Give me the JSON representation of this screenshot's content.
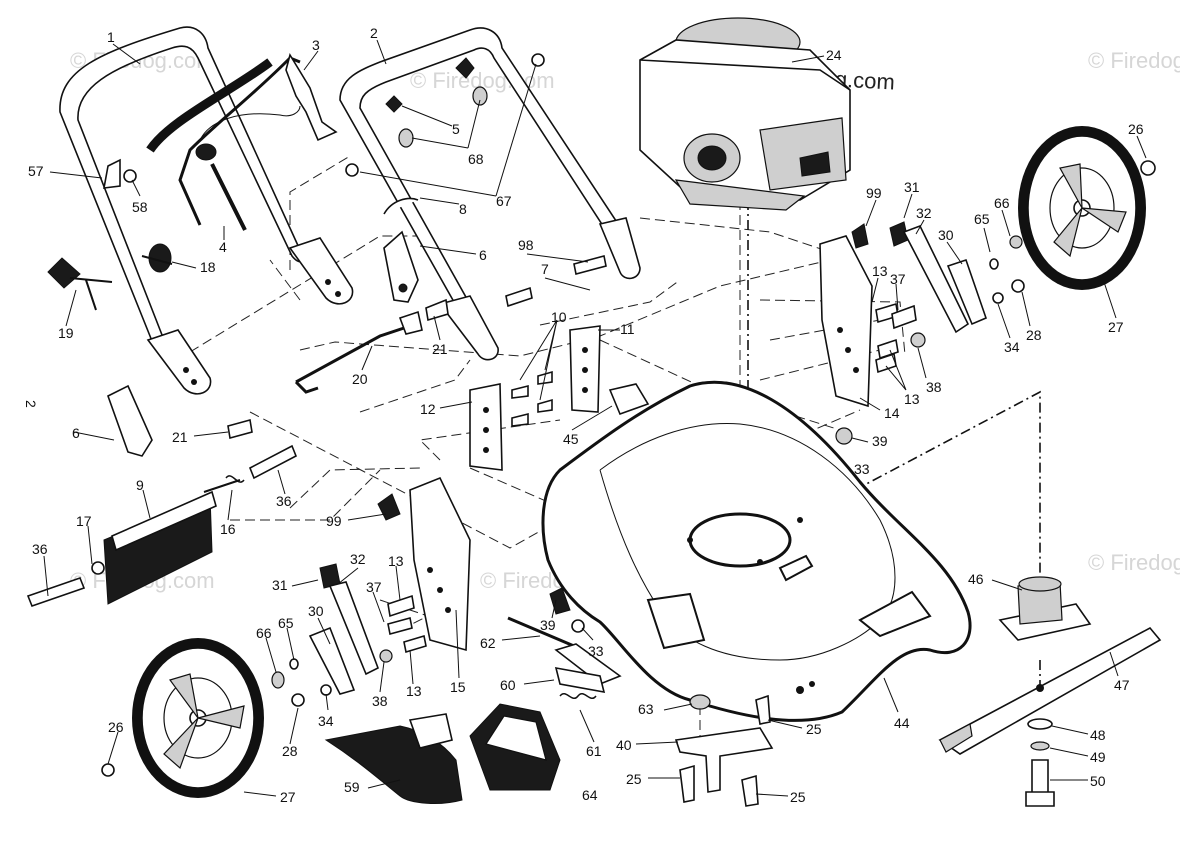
{
  "watermark": "© Firedog.com",
  "side_note": "2",
  "callouts": [
    {
      "id": "c1",
      "text": "1"
    },
    {
      "id": "c2",
      "text": "2"
    },
    {
      "id": "c3",
      "text": "3"
    },
    {
      "id": "c24",
      "text": "24"
    },
    {
      "id": "c26a",
      "text": "26"
    },
    {
      "id": "c57",
      "text": "57"
    },
    {
      "id": "c58",
      "text": "58"
    },
    {
      "id": "c4",
      "text": "4"
    },
    {
      "id": "c5",
      "text": "5"
    },
    {
      "id": "c68",
      "text": "68"
    },
    {
      "id": "c8",
      "text": "8"
    },
    {
      "id": "c67",
      "text": "67"
    },
    {
      "id": "c18",
      "text": "18"
    },
    {
      "id": "c6a",
      "text": "6"
    },
    {
      "id": "c98",
      "text": "98"
    },
    {
      "id": "c7",
      "text": "7"
    },
    {
      "id": "c99a",
      "text": "99"
    },
    {
      "id": "c31a",
      "text": "31"
    },
    {
      "id": "c32a",
      "text": "32"
    },
    {
      "id": "c30a",
      "text": "30"
    },
    {
      "id": "c65a",
      "text": "65"
    },
    {
      "id": "c66a",
      "text": "66"
    },
    {
      "id": "c27a",
      "text": "27"
    },
    {
      "id": "c19",
      "text": "19"
    },
    {
      "id": "c21a",
      "text": "21"
    },
    {
      "id": "c10",
      "text": "10"
    },
    {
      "id": "c11",
      "text": "11"
    },
    {
      "id": "c13a",
      "text": "13"
    },
    {
      "id": "c37a",
      "text": "37"
    },
    {
      "id": "c28a",
      "text": "28"
    },
    {
      "id": "c34a",
      "text": "34"
    },
    {
      "id": "c20",
      "text": "20"
    },
    {
      "id": "c38a",
      "text": "38"
    },
    {
      "id": "c13b",
      "text": "13"
    },
    {
      "id": "c6b",
      "text": "6"
    },
    {
      "id": "c21b",
      "text": "21"
    },
    {
      "id": "c12",
      "text": "12"
    },
    {
      "id": "c45",
      "text": "45"
    },
    {
      "id": "c14",
      "text": "14"
    },
    {
      "id": "c39a",
      "text": "39"
    },
    {
      "id": "c33a",
      "text": "33"
    },
    {
      "id": "c9",
      "text": "9"
    },
    {
      "id": "c16",
      "text": "16"
    },
    {
      "id": "c36a",
      "text": "36"
    },
    {
      "id": "c17",
      "text": "17"
    },
    {
      "id": "c99b",
      "text": "99"
    },
    {
      "id": "c36b",
      "text": "36"
    },
    {
      "id": "c32b",
      "text": "32"
    },
    {
      "id": "c13c",
      "text": "13"
    },
    {
      "id": "c31b",
      "text": "31"
    },
    {
      "id": "c37b",
      "text": "37"
    },
    {
      "id": "c46",
      "text": "46"
    },
    {
      "id": "c30b",
      "text": "30"
    },
    {
      "id": "c39b",
      "text": "39"
    },
    {
      "id": "c66b",
      "text": "66"
    },
    {
      "id": "c65b",
      "text": "65"
    },
    {
      "id": "c62",
      "text": "62"
    },
    {
      "id": "c33b",
      "text": "33"
    },
    {
      "id": "c47",
      "text": "47"
    },
    {
      "id": "c38b",
      "text": "38"
    },
    {
      "id": "c13d",
      "text": "13"
    },
    {
      "id": "c15",
      "text": "15"
    },
    {
      "id": "c60",
      "text": "60"
    },
    {
      "id": "c34b",
      "text": "34"
    },
    {
      "id": "c44",
      "text": "44"
    },
    {
      "id": "c63",
      "text": "63"
    },
    {
      "id": "c25a",
      "text": "25"
    },
    {
      "id": "c48",
      "text": "48"
    },
    {
      "id": "c26b",
      "text": "26"
    },
    {
      "id": "c28b",
      "text": "28"
    },
    {
      "id": "c40",
      "text": "40"
    },
    {
      "id": "c61",
      "text": "61"
    },
    {
      "id": "c49",
      "text": "49"
    },
    {
      "id": "c25b",
      "text": "25"
    },
    {
      "id": "c50",
      "text": "50"
    },
    {
      "id": "c27b",
      "text": "27"
    },
    {
      "id": "c59",
      "text": "59"
    },
    {
      "id": "c25c",
      "text": "25"
    },
    {
      "id": "c64",
      "text": "64"
    }
  ]
}
